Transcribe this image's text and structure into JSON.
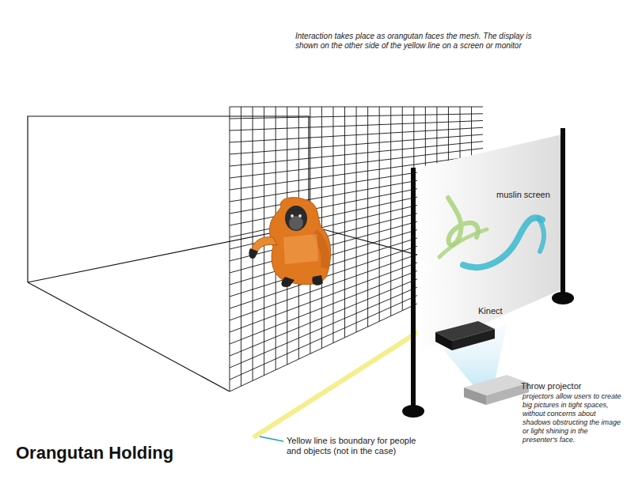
{
  "diagram": {
    "title": "Orangutan Holding",
    "labels": [
      "Interaction takes place as orangutan faces the mesh. The display is shown on the other side of the yellow line on a screen or monitor",
      "muslin screen",
      "Kinect",
      "Throw projector",
      "projectors allow users to create big pictures in tight spaces, without concerns about shadows obstructing the image or light shining in the presenter's face.",
      "Yellow line is boundary for people and objects (not in the case)"
    ]
  }
}
